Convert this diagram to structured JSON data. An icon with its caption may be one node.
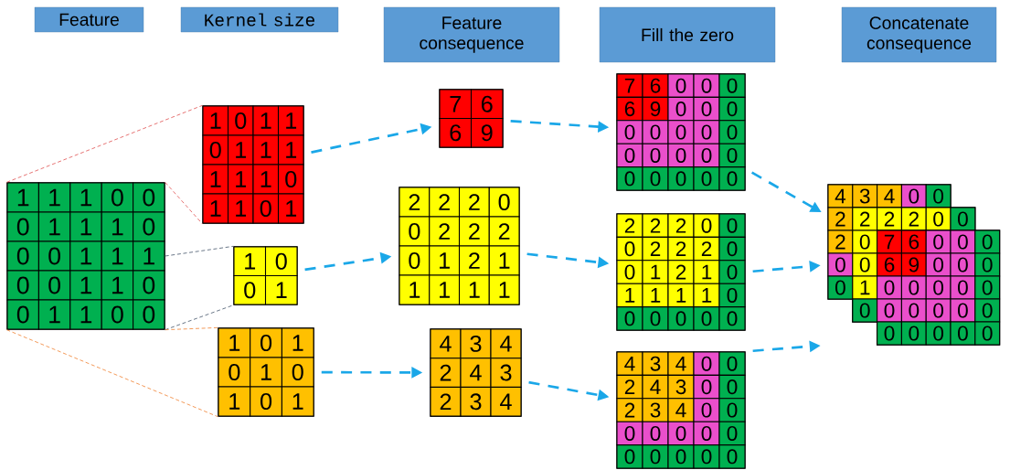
{
  "diagram": {
    "nodes": [
      {
        "text": [
          "Feature"
        ]
      },
      {
        "text": [
          "Kernel size"
        ]
      },
      {
        "text": [
          "Feature consequence"
        ]
      },
      {
        "text": [
          "Fill the zero"
        ]
      },
      {
        "text": [
          "Concatenate consequence"
        ]
      },
      {
        "text": [
          "1",
          "1",
          "1",
          "0",
          "0",
          "0",
          "1",
          "1",
          "1",
          "0",
          "0",
          "0",
          "1",
          "1",
          "1",
          "0",
          "0",
          "1",
          "1",
          "0",
          "0",
          "1",
          "1",
          "0",
          "0"
        ]
      },
      {
        "text": [
          "1",
          "0",
          "1",
          "1",
          "0",
          "1",
          "1",
          "1",
          "1",
          "1",
          "1",
          "0",
          "1",
          "1",
          "0",
          "1"
        ]
      },
      {
        "text": [
          "1",
          "0",
          "0",
          "1"
        ]
      },
      {
        "text": [
          "1",
          "0",
          "1",
          "0",
          "1",
          "0",
          "1",
          "0",
          "1"
        ]
      },
      {
        "text": [
          "7",
          "6",
          "6",
          "9"
        ]
      },
      {
        "text": [
          "2",
          "2",
          "2",
          "0",
          "0",
          "2",
          "2",
          "2",
          "0",
          "1",
          "2",
          "1",
          "1",
          "1",
          "1",
          "1"
        ]
      },
      {
        "text": [
          "4",
          "3",
          "4",
          "2",
          "4",
          "3",
          "2",
          "3",
          "4"
        ]
      },
      {
        "text": [
          "7",
          "6",
          "0",
          "0",
          "0",
          "6",
          "9",
          "0",
          "0",
          "0",
          "0",
          "0",
          "0",
          "0",
          "0",
          "0",
          "0",
          "0",
          "0",
          "0",
          "0",
          "0",
          "0",
          "0",
          "0"
        ]
      },
      {
        "text": [
          "2",
          "2",
          "2",
          "0",
          "0",
          "0",
          "2",
          "2",
          "2",
          "0",
          "0",
          "1",
          "2",
          "1",
          "0",
          "1",
          "1",
          "1",
          "1",
          "0",
          "0",
          "0",
          "0",
          "0",
          "0"
        ]
      },
      {
        "text": [
          "4",
          "3",
          "4",
          "0",
          "0",
          "2",
          "4",
          "3",
          "0",
          "0",
          "2",
          "3",
          "4",
          "0",
          "0",
          "0",
          "0",
          "0",
          "0",
          "0",
          "0",
          "0",
          "0",
          "0",
          "0"
        ]
      },
      {
        "text": [
          "4",
          "3",
          "4",
          "0",
          "0",
          "2",
          "2",
          "0",
          "0",
          "2",
          "2",
          "2",
          "0",
          "0",
          "0",
          "0",
          "1",
          "0",
          "7",
          "6",
          "0",
          "0",
          "0",
          "6",
          "9",
          "0",
          "0",
          "0",
          "0",
          "0",
          "0",
          "0",
          "0",
          "0",
          "0",
          "0",
          "0",
          "0",
          "0",
          "0",
          "0",
          "0",
          "0"
        ]
      }
    ],
    "edges": [
      {
        "from": 5,
        "to": 6,
        "arrow": "none",
        "style": "dashed",
        "color": "#e05050"
      },
      {
        "from": 5,
        "to": 6,
        "arrow": "none",
        "style": "dashed",
        "color": "#e05050"
      },
      {
        "from": 5,
        "to": 7,
        "arrow": "none",
        "style": "dashed",
        "color": "#44546a"
      },
      {
        "from": 5,
        "to": 7,
        "arrow": "none",
        "style": "dashed",
        "color": "#44546a"
      },
      {
        "from": 5,
        "to": 8,
        "arrow": "none",
        "style": "dashed",
        "color": "#f08030"
      },
      {
        "from": 5,
        "to": 8,
        "arrow": "none",
        "style": "dashed",
        "color": "#f08030"
      },
      {
        "from": 6,
        "to": 9,
        "arrow": "to",
        "style": "dashed"
      },
      {
        "from": 7,
        "to": 10,
        "arrow": "to",
        "style": "dashed"
      },
      {
        "from": 8,
        "to": 11,
        "arrow": "to",
        "style": "dashed"
      },
      {
        "from": 9,
        "to": 12,
        "arrow": "to",
        "style": "dashed"
      },
      {
        "from": 10,
        "to": 13,
        "arrow": "to",
        "style": "dashed"
      },
      {
        "from": 11,
        "to": 14,
        "arrow": "to",
        "style": "dashed"
      },
      {
        "from": 12,
        "to": 15,
        "arrow": "to",
        "style": "dashed"
      },
      {
        "from": 13,
        "to": 15,
        "arrow": "to",
        "style": "dashed"
      },
      {
        "from": 14,
        "to": 15,
        "arrow": "to",
        "style": "dashed"
      }
    ]
  }
}
